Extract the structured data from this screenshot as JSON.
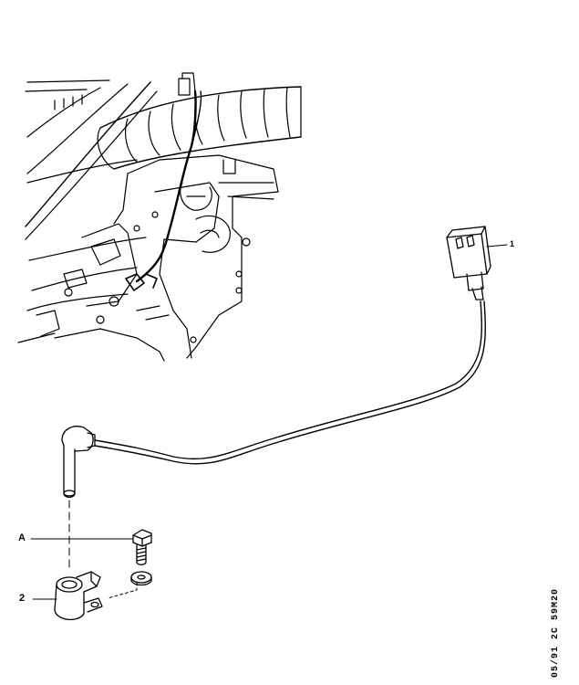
{
  "callouts": {
    "sensor_connector": "1",
    "mounting_bolt": "A",
    "bracket": "2"
  },
  "drawing_reference": "05/91 2C 59M20",
  "colors": {
    "line": "#000000",
    "background": "#ffffff"
  }
}
